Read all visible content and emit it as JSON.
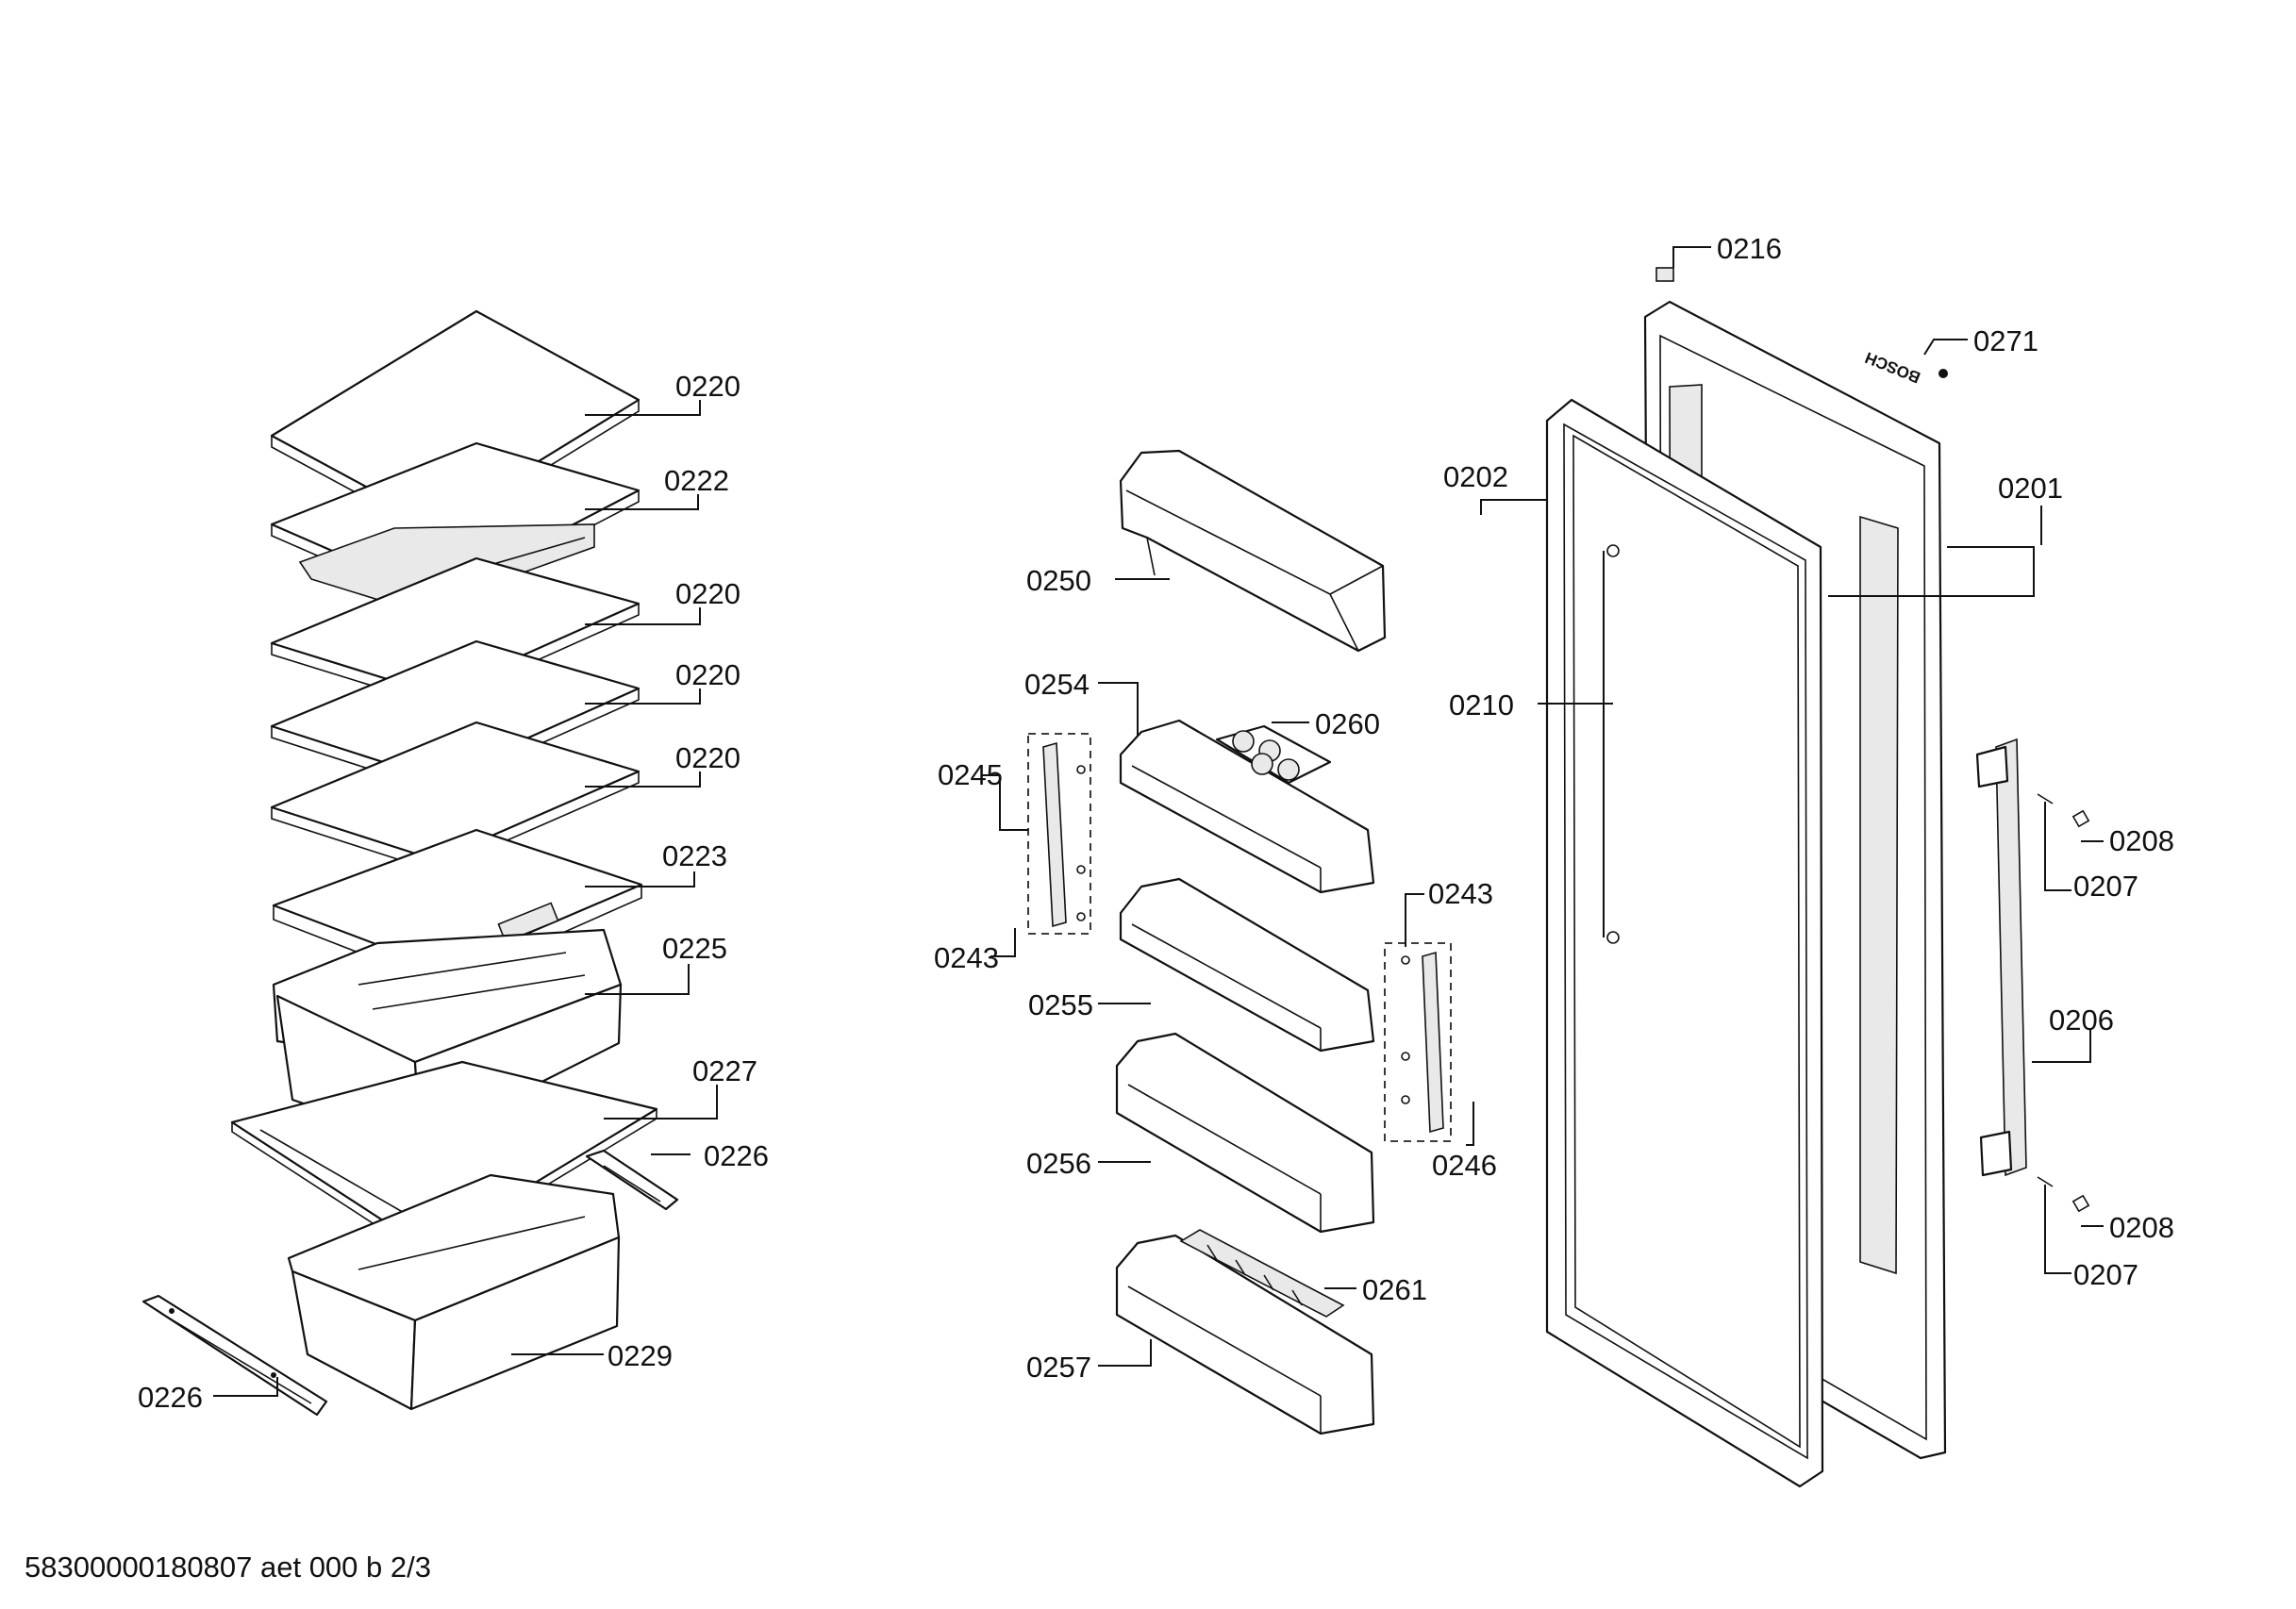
{
  "callouts": {
    "c0220a": "0220",
    "c0222": "0222",
    "c0220b": "0220",
    "c0220c": "0220",
    "c0220d": "0220",
    "c0223": "0223",
    "c0225": "0225",
    "c0227": "0227",
    "c0226a": "0226",
    "c0229": "0229",
    "c0226b": "0226",
    "c0250": "0250",
    "c0254": "0254",
    "c0260": "0260",
    "c0245": "0245",
    "c0243a": "0243",
    "c0255": "0255",
    "c0243b": "0243",
    "c0246": "0246",
    "c0256": "0256",
    "c0261": "0261",
    "c0257": "0257",
    "c0216": "0216",
    "c0271": "0271",
    "c0202": "0202",
    "c0201": "0201",
    "c0210": "0210",
    "c0208a": "0208",
    "c0207a": "0207",
    "c0206": "0206",
    "c0208b": "0208",
    "c0207b": "0207"
  },
  "logo_text": "BOSCH",
  "footer": "58300000180807 aet 000 b 2/3"
}
